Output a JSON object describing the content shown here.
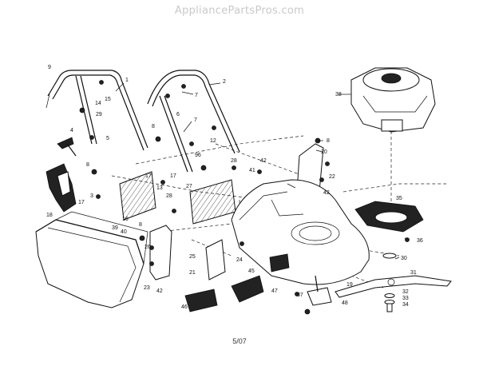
{
  "watermark": "AppliancePartsPros.com",
  "footer": "5/07",
  "callouts": {
    "c1": "1",
    "c2": "2",
    "c3": "3",
    "c4": "4",
    "c5": "5",
    "c6": "6",
    "c7a": "7",
    "c7b": "7",
    "c8a": "8",
    "c8b": "8",
    "c8c": "8",
    "c8d": "8",
    "c9": "9",
    "c12": "12",
    "c13": "13",
    "c14": "14",
    "c15": "15",
    "c16": "16",
    "c17a": "17",
    "c17b": "17",
    "c18": "18",
    "c19": "19",
    "c20": "20",
    "c21": "21",
    "c22": "22",
    "c23": "23",
    "c24": "24",
    "c25": "25",
    "c26": "26",
    "c27": "27",
    "c28a": "28",
    "c28b": "28",
    "c29": "29",
    "c30": "30",
    "c31": "31",
    "c32": "32",
    "c33": "33",
    "c34": "34",
    "c35": "35",
    "c36": "36",
    "c37": "37",
    "c38": "38",
    "c39": "39",
    "c40": "40",
    "c41": "41",
    "c42a": "42",
    "c42b": "42",
    "c42c": "42",
    "c45": "45",
    "c46": "46",
    "c47": "47",
    "c48": "48",
    "c96": "96"
  }
}
